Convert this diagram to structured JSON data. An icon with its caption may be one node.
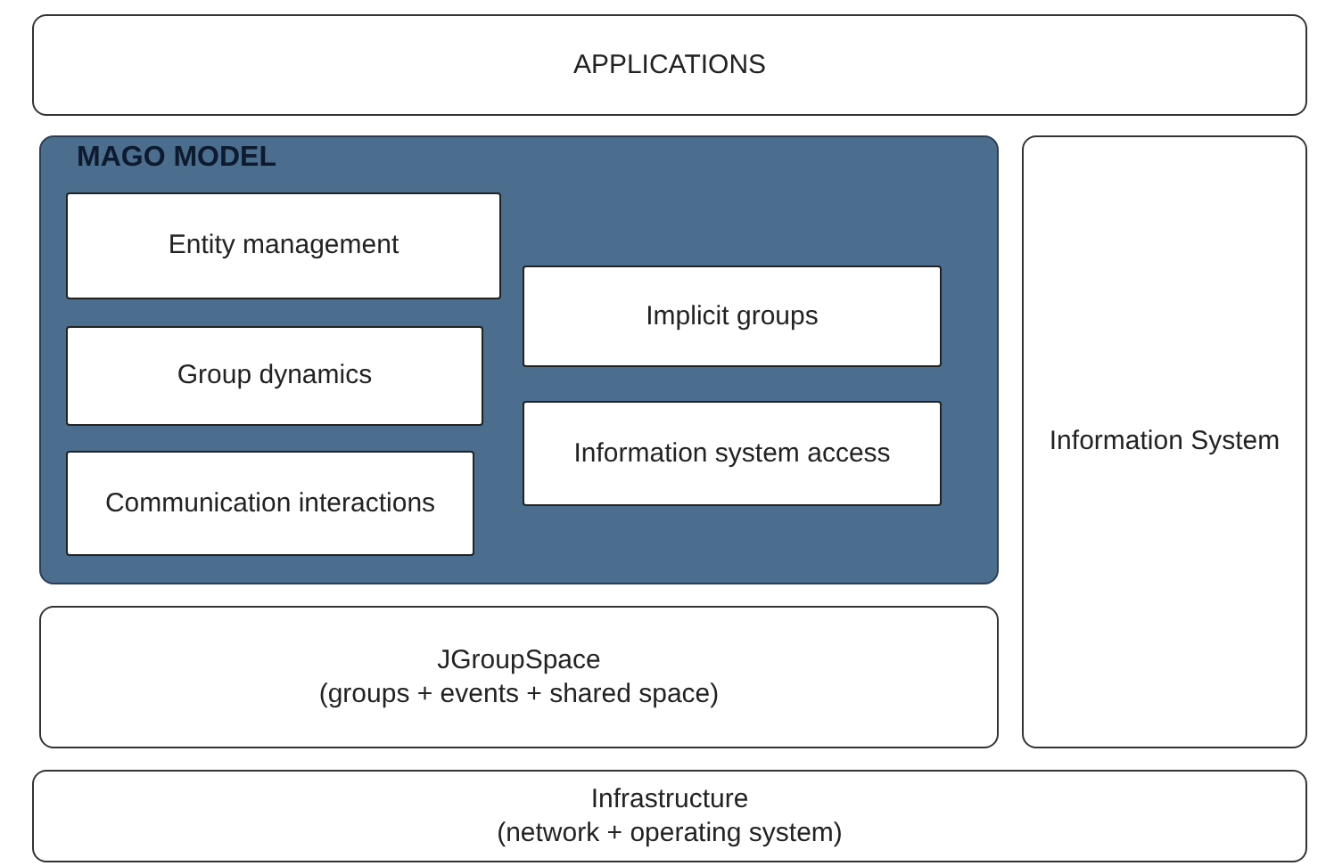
{
  "diagram": {
    "nodes": [
      {
        "text": [
          "APPLICATIONS"
        ]
      },
      {
        "text": [
          "MAGO MODEL"
        ]
      },
      {
        "text": [
          "Entity management"
        ],
        "in": 1
      },
      {
        "text": [
          "Group dynamics"
        ],
        "in": 1
      },
      {
        "text": [
          "Communication interactions"
        ],
        "in": 1
      },
      {
        "text": [
          "Implicit groups"
        ],
        "in": 1
      },
      {
        "text": [
          "Information system access"
        ],
        "in": 1
      },
      {
        "text": [
          "Information System"
        ]
      },
      {
        "text": [
          "JGroupSpace",
          "(groups + events + shared space)"
        ]
      },
      {
        "text": [
          "Infrastructure",
          "(network + operating system)"
        ]
      }
    ]
  }
}
